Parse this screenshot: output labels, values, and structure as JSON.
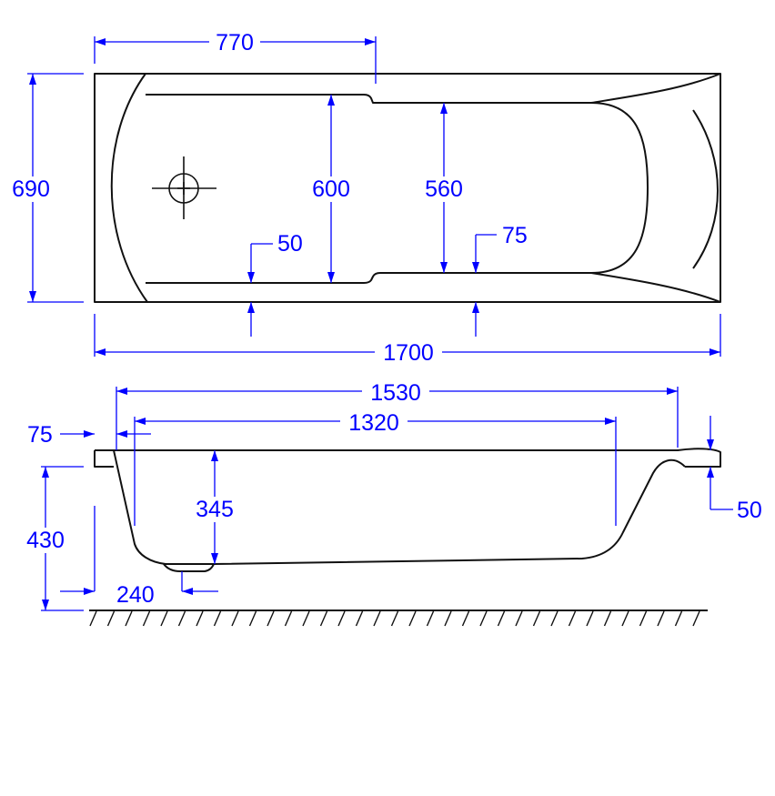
{
  "diagram": {
    "line_color": "#111111",
    "dimension_color": "#0000ff",
    "plan_view": {
      "outer_length": "1700",
      "outer_width": "690",
      "top_dimension": "770",
      "inner_width_wide": "600",
      "inner_width_narrow": "560",
      "step_left": "50",
      "step_right": "75"
    },
    "side_view": {
      "rim_length": "1530",
      "base_length": "1320",
      "rim_offset": "75",
      "depth": "345",
      "height": "430",
      "foot_offset": "240",
      "rim_thickness": "50"
    }
  }
}
